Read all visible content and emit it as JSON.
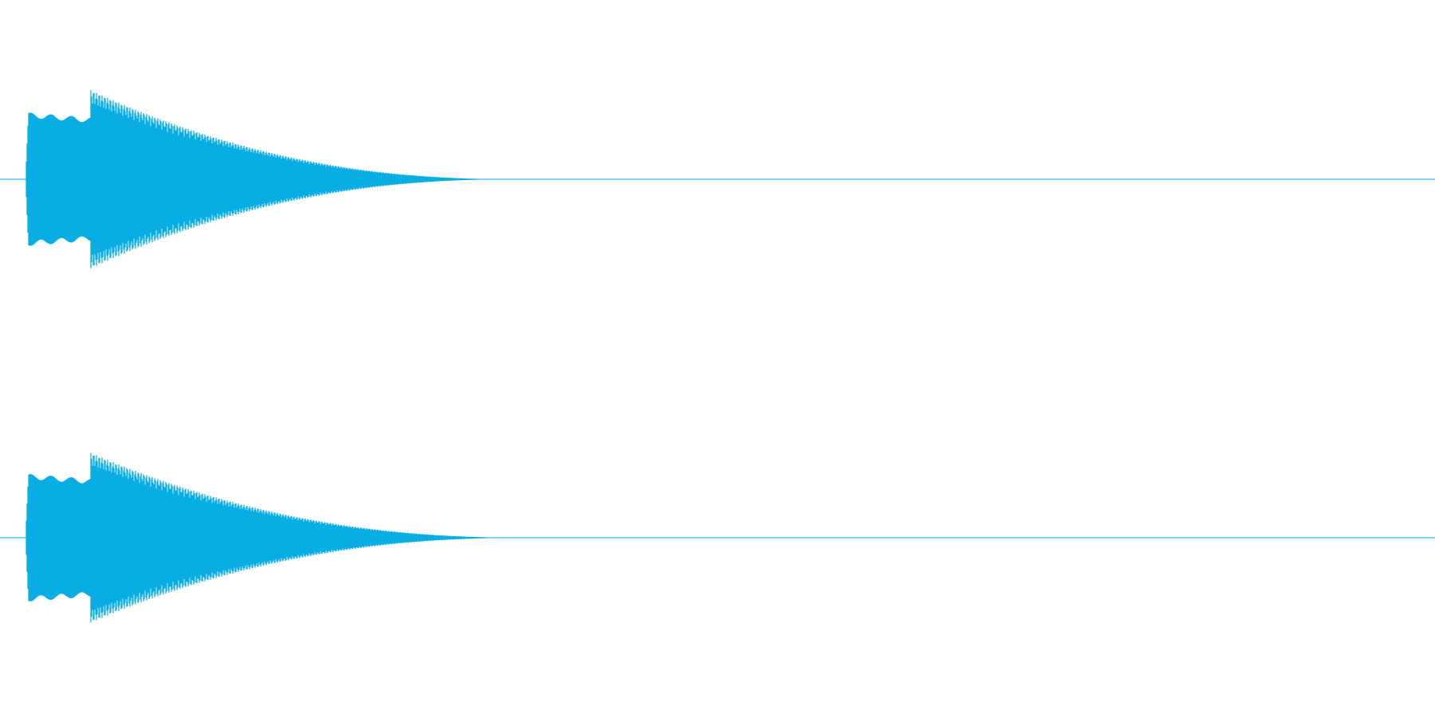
{
  "chart_data": {
    "type": "area",
    "color": "#07ade3",
    "duration_fraction_note": null,
    "channels": [
      {
        "attack_peak": 0.72,
        "strike_position": 0.063,
        "strike_peak": 1.0,
        "decay_end": 0.335,
        "tail_end": 0.36
      },
      {
        "attack_peak": 0.7,
        "strike_position": 0.063,
        "strike_peak": 0.97,
        "decay_end": 0.335,
        "tail_end": 0.368
      }
    ]
  }
}
